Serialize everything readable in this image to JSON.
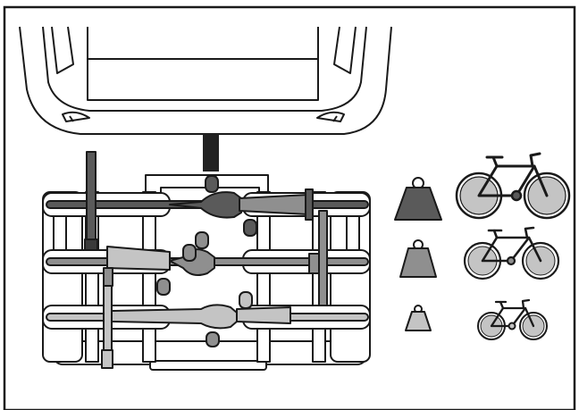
{
  "figure": {
    "kind": "bike-carrier-loading-diagram",
    "vehicle": "car-rear-with-tow-hitch",
    "carrier_slots": 3,
    "legend_rows": [
      {
        "position": "inner",
        "weight_icon": "heavy-weight-icon",
        "bike_icon": "large-bike-icon",
        "shade": "dark"
      },
      {
        "position": "middle",
        "weight_icon": "medium-weight-icon",
        "bike_icon": "medium-bike-icon",
        "shade": "medium"
      },
      {
        "position": "outer",
        "weight_icon": "light-weight-icon",
        "bike_icon": "small-bike-icon",
        "shade": "light"
      }
    ],
    "colors": {
      "dark": "#5a5a5a",
      "medium": "#8f8f8f",
      "light": "#c4c4c4",
      "outline": "#1a1a1a",
      "background": "#ffffff"
    }
  }
}
